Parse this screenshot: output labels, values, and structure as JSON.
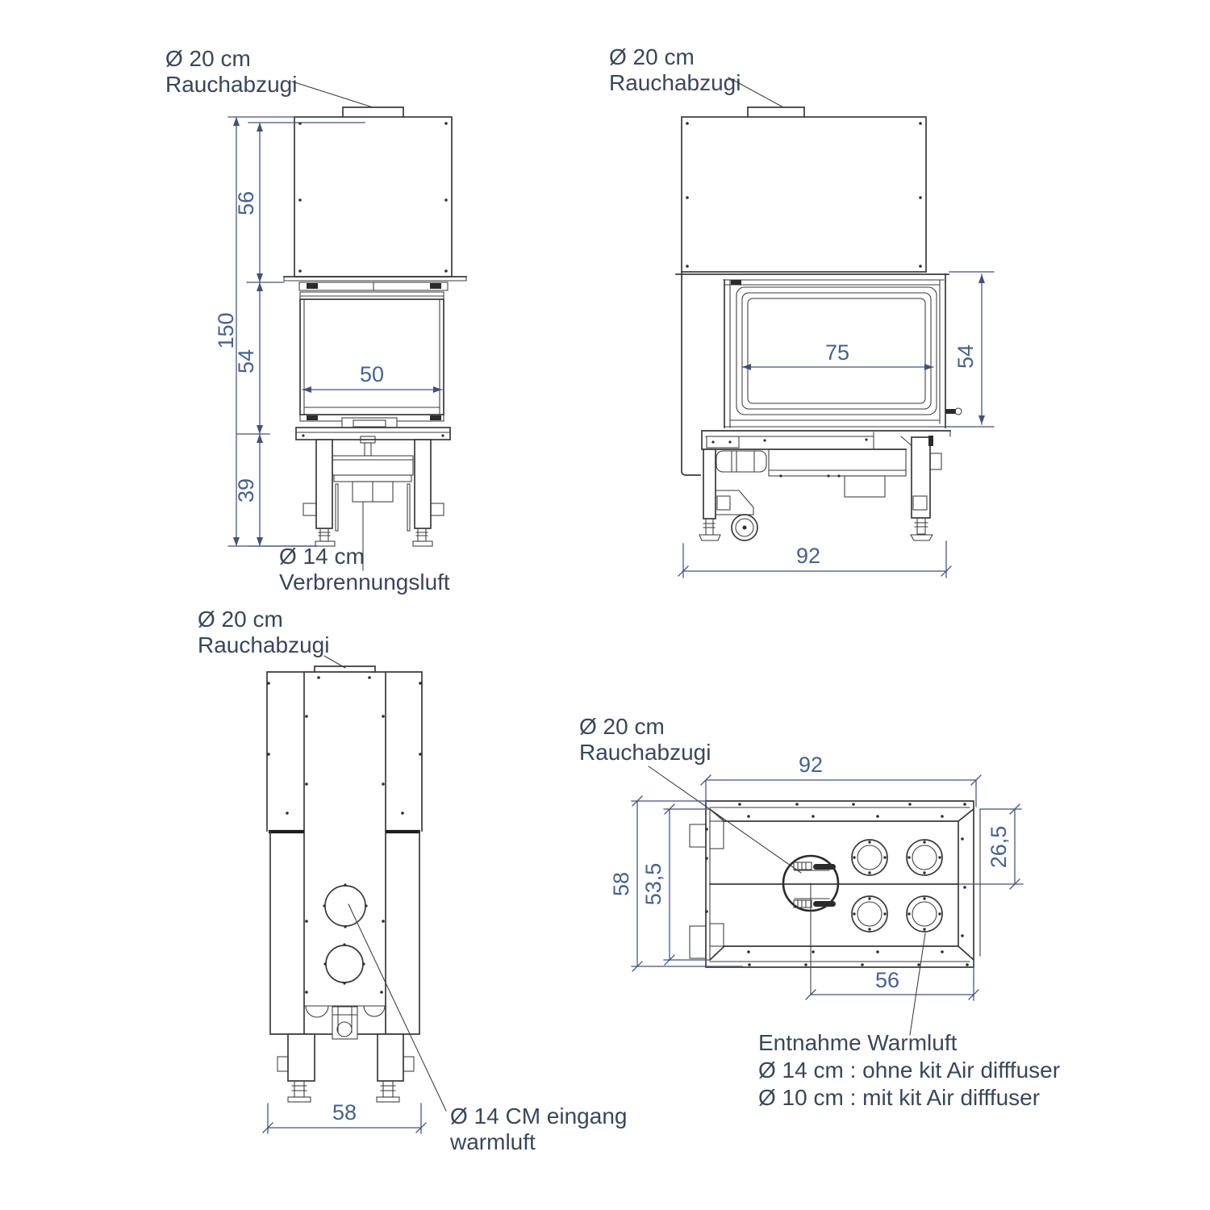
{
  "front": {
    "flue_label": [
      "Ø 20 cm",
      "Rauchabzugi"
    ],
    "dims": {
      "total": "150",
      "hood": "56",
      "firebox": "54",
      "base": "39",
      "glass": "50"
    },
    "air_label": [
      "Ø 14 cm",
      "Verbrennungsluft"
    ]
  },
  "side": {
    "flue_label": [
      "Ø 20 cm",
      "Rauchabzugi"
    ],
    "dims": {
      "glass": "75",
      "height": "54",
      "depth": "92"
    }
  },
  "rear": {
    "flue_label": [
      "Ø 20 cm",
      "Rauchabzugi"
    ],
    "dims": {
      "width": "58"
    },
    "air_label": [
      "Ø 14 CM eingang",
      "warmluft"
    ]
  },
  "top": {
    "flue_label": [
      "Ø 20 cm",
      "Rauchabzugi"
    ],
    "dims": {
      "depth": "92",
      "height": "58",
      "inner_height": "53,5",
      "outlet_offset": "26,5",
      "flue_to_front": "56"
    },
    "warm_air_label": [
      "Entnahme Warmluft",
      "Ø 14 cm : ohne kit Air difffuser",
      "Ø 10 cm : mit kit Air difffuser"
    ]
  },
  "colors": {
    "drawing_line": "#3a3a3a",
    "dimension_line": "#44507a",
    "dimension_text": "#47618c",
    "label_text": "#3b4659",
    "background": "#ffffff"
  }
}
